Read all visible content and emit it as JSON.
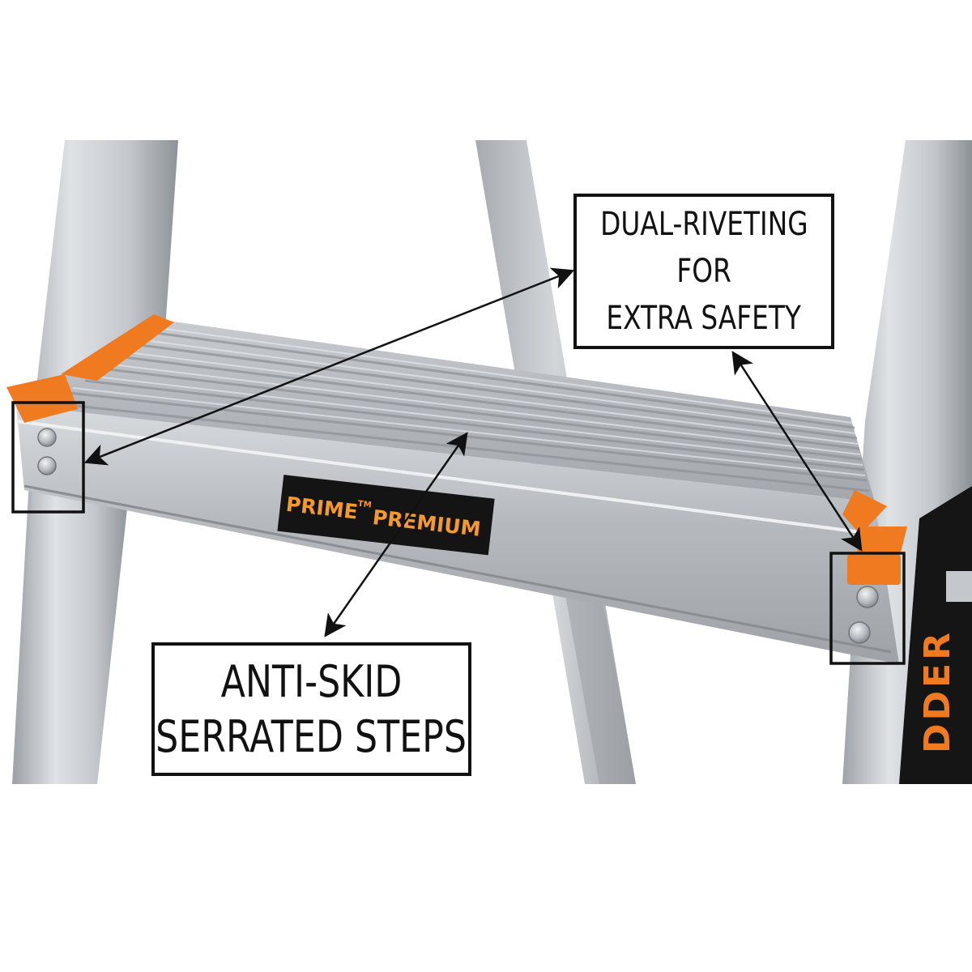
{
  "label_sticker": {
    "brand_word_1": "PRIME",
    "trademark": "TM",
    "brand_word_2": "PREMIUM"
  },
  "side_rail_text": "DDER",
  "callouts": {
    "dual_riveting": {
      "lines": [
        "DUAL-RIVETING",
        "FOR",
        "EXTRA SAFETY"
      ]
    },
    "anti_skid": {
      "lines": [
        "ANTI-SKID",
        "SERRATED STEPS"
      ]
    }
  },
  "colors": {
    "accent_orange": "#f07a1f",
    "aluminum": "#b9bdc2",
    "aluminum_dark": "#8e9399",
    "sticker_black": "#141414",
    "sticker_text": "#f39a2a",
    "outline": "#111111"
  }
}
